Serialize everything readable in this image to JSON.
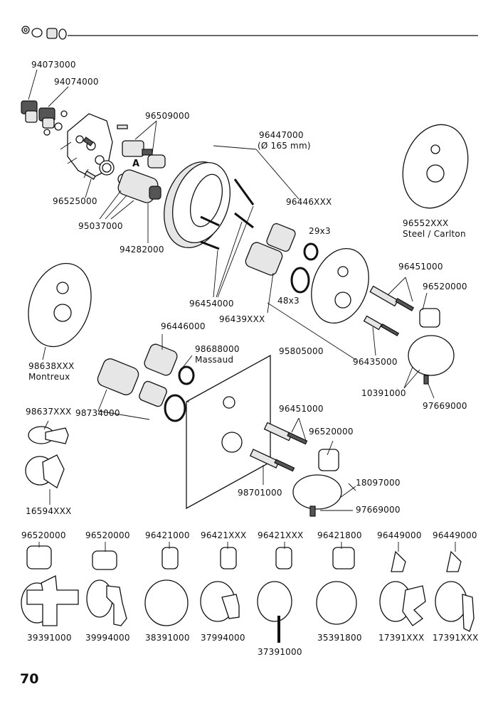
{
  "page_number": "70",
  "parts": {
    "p94073000": "94073000",
    "p94074000": "94074000",
    "p96509000": "96509000",
    "p96447000": "96447000",
    "p96447000_note": "(Ø 165 mm)",
    "p96525000": "96525000",
    "marker_a": "A",
    "p95037000": "95037000",
    "p94282000": "94282000",
    "p96446xxx": "96446XXX",
    "p96552xxx": "96552XXX",
    "p96552xxx_note": "Steel / Carlton",
    "p29x3": "29x3",
    "p48x3": "48x3",
    "p96454000": "96454000",
    "p96439xxx": "96439XXX",
    "p96451000_a": "96451000",
    "p96520000_a": "96520000",
    "p98638xxx": "98638XXX",
    "p98638xxx_note": "Montreux",
    "p96446000": "96446000",
    "p98688000": "98688000",
    "p98688000_note": "Massaud",
    "p95805000": "95805000",
    "p96435000": "96435000",
    "p10391000": "10391000",
    "p97669000_a": "97669000",
    "p98637xxx": "98637XXX",
    "p98734000": "98734000",
    "p96451000_b": "96451000",
    "p96520000_b": "96520000",
    "p98701000": "98701000",
    "p18097000": "18097000",
    "p97669000_b": "97669000",
    "p16594xxx": "16594XXX"
  },
  "bottom_row": {
    "top": [
      "96520000",
      "96520000",
      "96421000",
      "96421XXX",
      "96421XXX",
      "96421800",
      "96449000",
      "96449000"
    ],
    "bottom": [
      "39391000",
      "39994000",
      "38391000",
      "37994000",
      "37391000",
      "35391800",
      "17391XXX",
      "17391XXX"
    ]
  }
}
